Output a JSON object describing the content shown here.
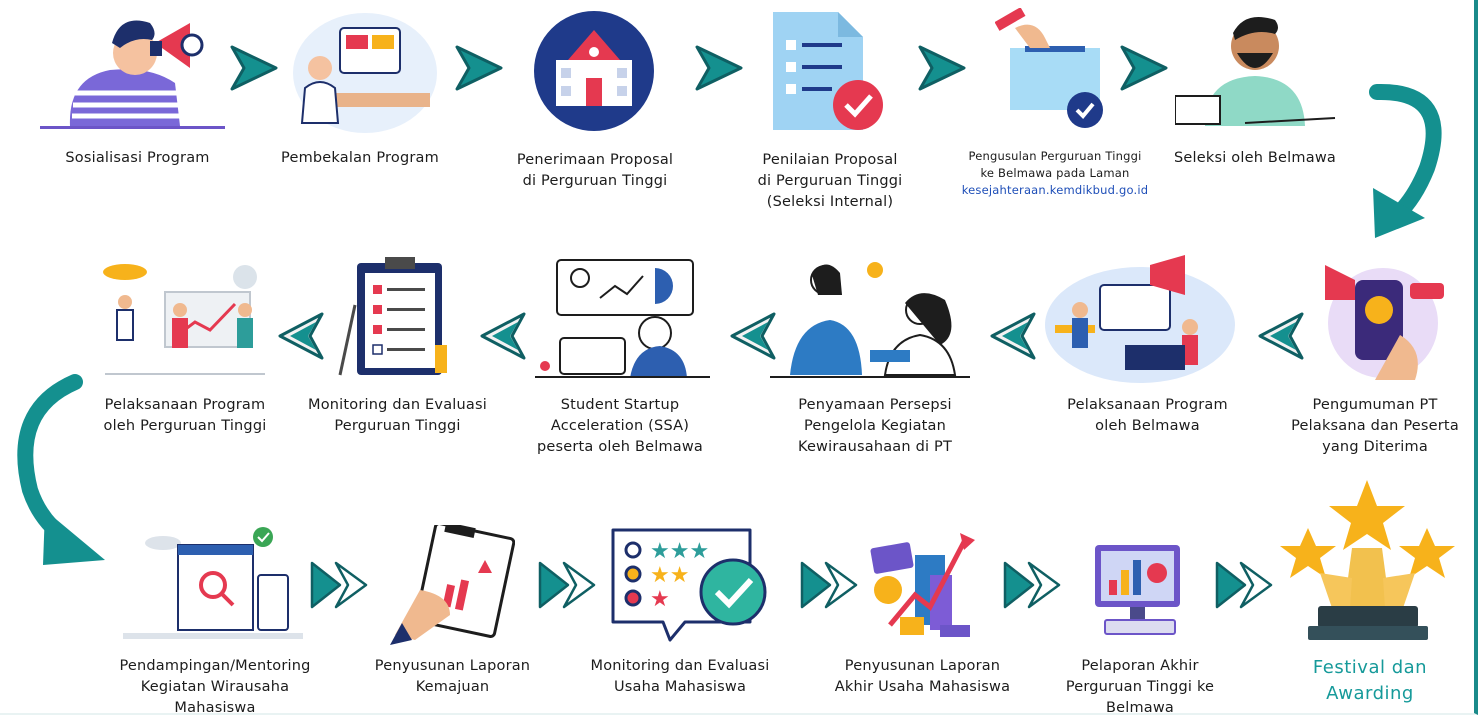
{
  "steps": [
    {
      "line1": "Sosialisasi Program"
    },
    {
      "line1": "Pembekalan Program"
    },
    {
      "line1": "Penerimaan Proposal",
      "line2": "di Perguruan Tinggi"
    },
    {
      "line1": "Penilaian Proposal",
      "line2": "di Perguruan Tinggi",
      "line3": "(Seleksi Internal)"
    },
    {
      "line1": "Pengusulan Perguruan Tinggi",
      "line2": "ke Belmawa pada Laman",
      "link": "kesejahteraan.kemdikbud.go.id"
    },
    {
      "line1": "Seleksi oleh Belmawa"
    },
    {
      "line1": "Pengumuman PT",
      "line2": "Pelaksana dan Peserta",
      "line3": "yang Diterima"
    },
    {
      "line1": "Pelaksanaan Program",
      "line2": "oleh Belmawa"
    },
    {
      "line1": "Penyamaan Persepsi",
      "line2": "Pengelola Kegiatan",
      "line3": "Kewirausahaan di PT"
    },
    {
      "line1": "Student Startup",
      "line2": "Acceleration (SSA)",
      "line3": "peserta oleh Belmawa"
    },
    {
      "line1": "Monitoring dan Evaluasi",
      "line2": "Perguruan Tinggi"
    },
    {
      "line1": "Pelaksanaan Program",
      "line2": "oleh Perguruan Tinggi"
    },
    {
      "line1": "Pendampingan/Mentoring",
      "line2": "Kegiatan Wirausaha",
      "line3": "Mahasiswa"
    },
    {
      "line1": "Penyusunan Laporan",
      "line2": "Kemajuan"
    },
    {
      "line1": "Monitoring dan Evaluasi",
      "line2": "Usaha Mahasiswa"
    },
    {
      "line1": "Penyusunan Laporan",
      "line2": "Akhir Usaha Mahasiswa"
    },
    {
      "line1": "Pelaporan Akhir",
      "line2": "Perguruan Tinggi ke",
      "line3": "Belmawa"
    },
    {
      "line1": "Festival dan",
      "line2": "Awarding"
    }
  ],
  "colors": {
    "teal": "#14908f",
    "dark_teal": "#0f5f63",
    "accent_red": "#e53950",
    "navy": "#1f3a8a",
    "purple": "#6c55c8",
    "yellow": "#f7b21b"
  }
}
